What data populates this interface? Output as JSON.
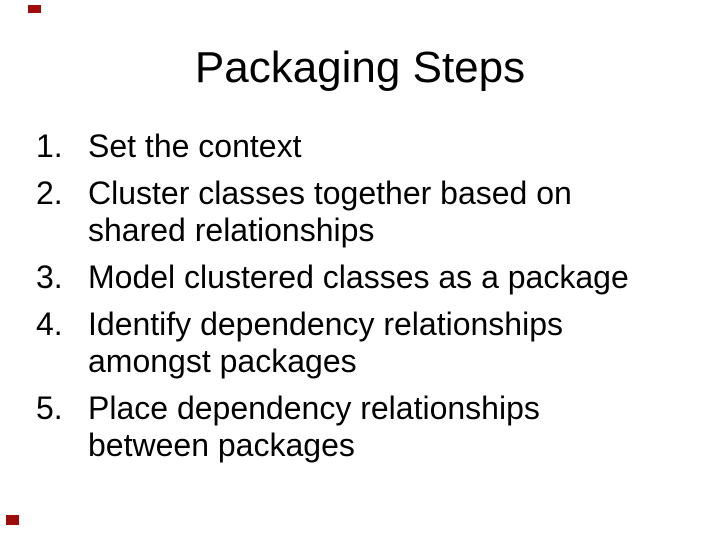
{
  "slide": {
    "title": "Packaging Steps",
    "list": [
      {
        "number": "1.",
        "text": "Set the context"
      },
      {
        "number": "2.",
        "text": "Cluster classes together based on shared relationships"
      },
      {
        "number": "3.",
        "text": "Model clustered classes as a package"
      },
      {
        "number": "4.",
        "text": "Identify dependency relationships amongst packages"
      },
      {
        "number": "5.",
        "text": "Place dependency relationships between packages"
      }
    ],
    "colors": {
      "background": "#ffffff",
      "text": "#000000",
      "edge_artifact_red": "#a00b0b"
    }
  }
}
